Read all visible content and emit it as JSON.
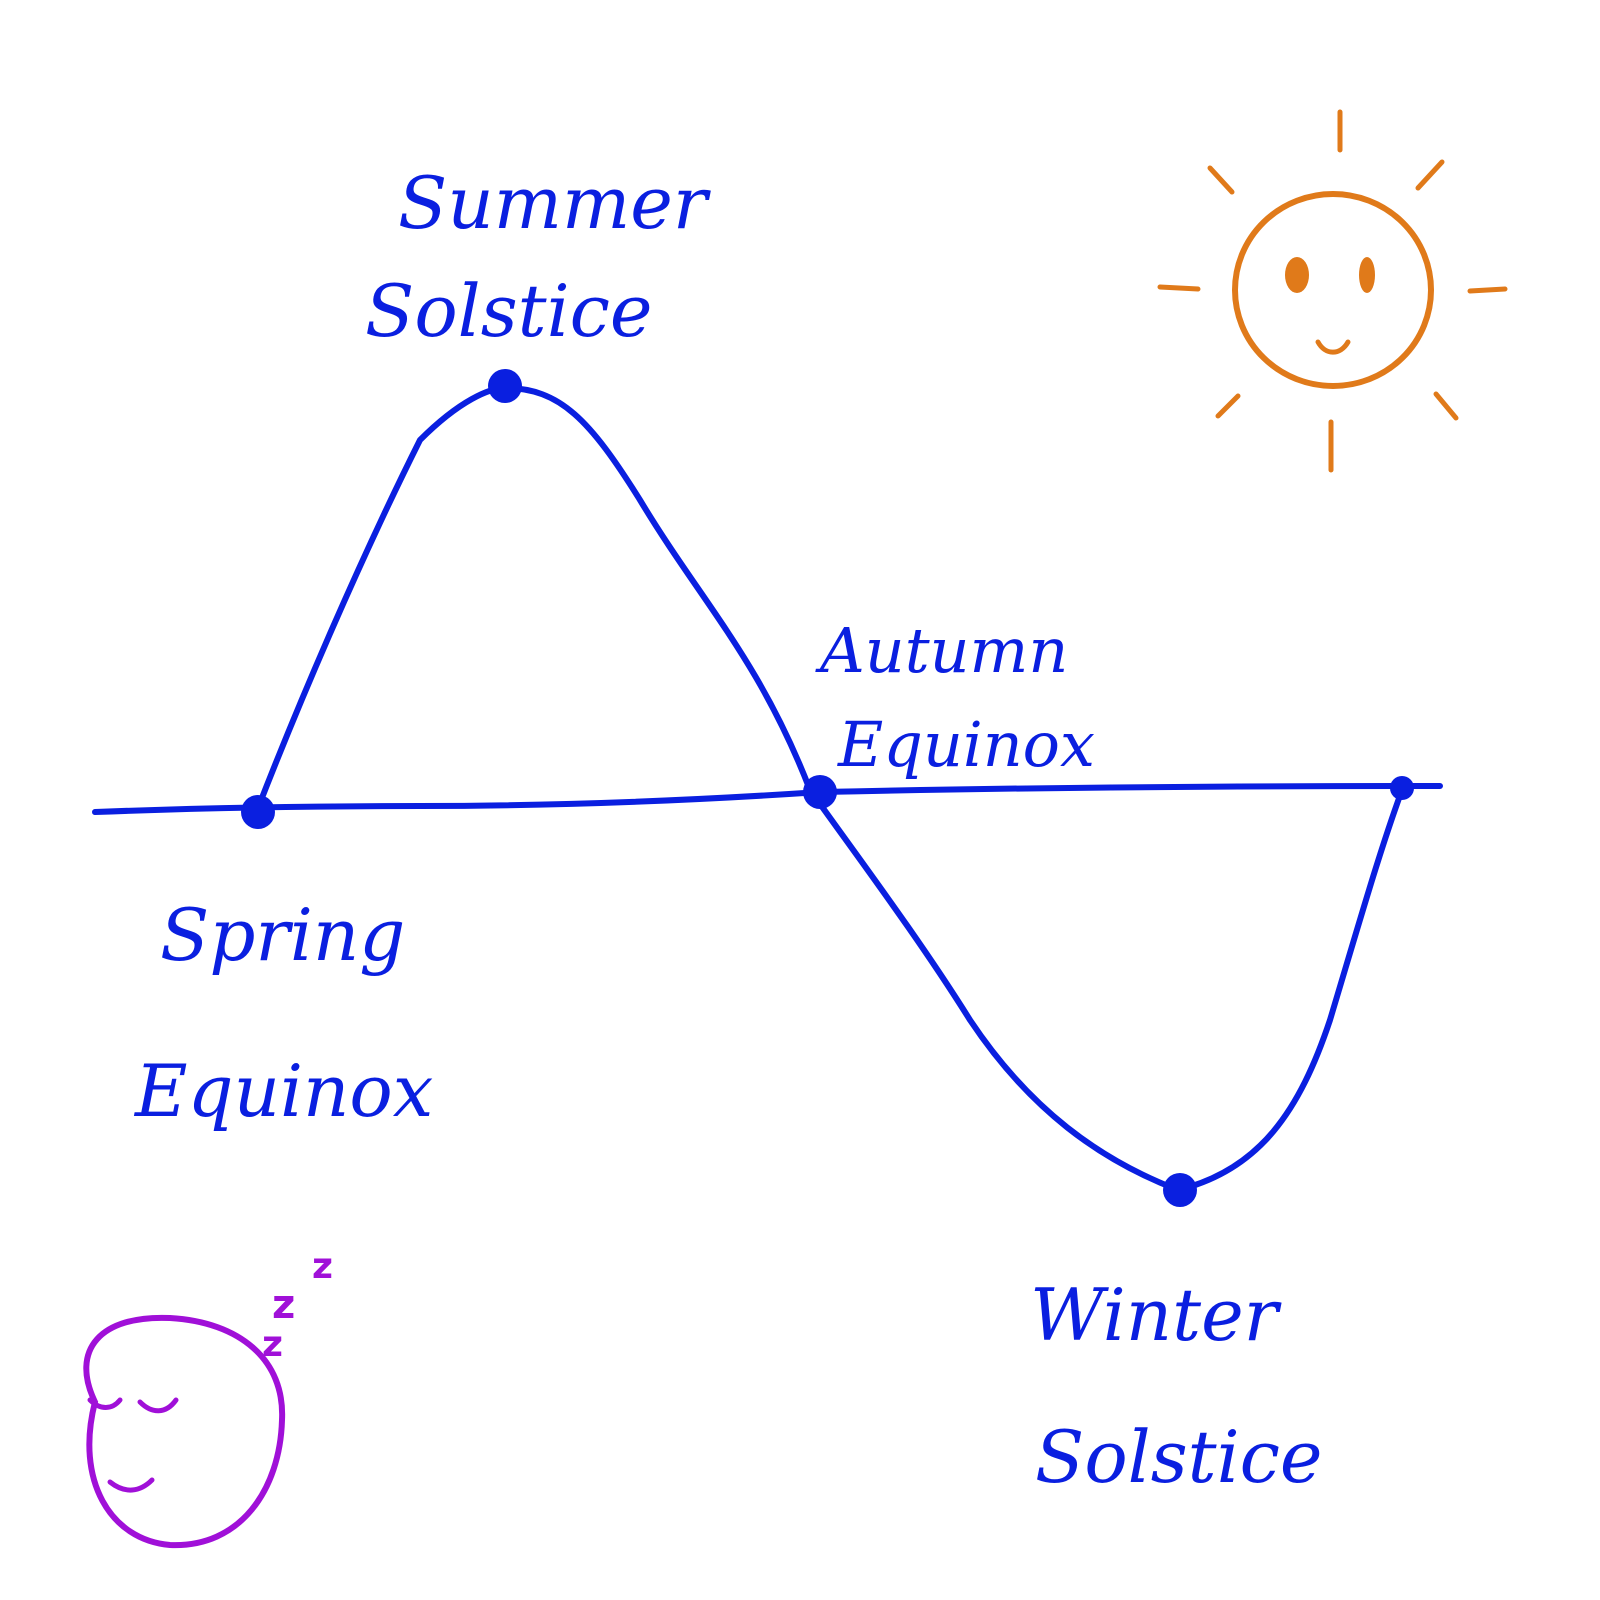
{
  "labels": {
    "summer_line1": "Summer",
    "summer_line2": "Solstice",
    "autumn_line1": "Autumn",
    "autumn_line2": "Equinox",
    "spring_line1": "Spring",
    "spring_line2": "Equinox",
    "winter_line1": "Winter",
    "winter_line2": "Solstice"
  },
  "moon": {
    "z1": "z",
    "z2": "z",
    "z3": "z"
  },
  "icons": {
    "sun": "smiling-sun-icon",
    "moon": "sleeping-moon-icon"
  },
  "colors": {
    "curve": "#0a1fe0",
    "sun": "#e07a1a",
    "moon": "#a010d8"
  }
}
